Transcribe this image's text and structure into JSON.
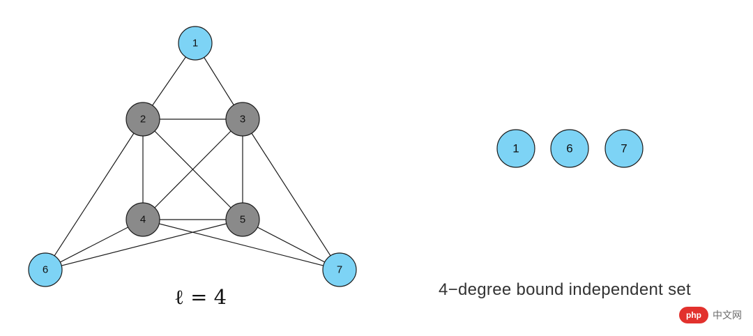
{
  "colors": {
    "highlight_node": "#7dd3f5",
    "core_node": "#8a8a8a",
    "node_stroke": "#1a1a1a",
    "edge": "#1a1a1a",
    "watermark_logo": "#e2312d"
  },
  "graph": {
    "nodes": [
      {
        "id": "1",
        "label": "1",
        "role": "highlight"
      },
      {
        "id": "2",
        "label": "2",
        "role": "core"
      },
      {
        "id": "3",
        "label": "3",
        "role": "core"
      },
      {
        "id": "4",
        "label": "4",
        "role": "core"
      },
      {
        "id": "5",
        "label": "5",
        "role": "core"
      },
      {
        "id": "6",
        "label": "6",
        "role": "highlight"
      },
      {
        "id": "7",
        "label": "7",
        "role": "highlight"
      }
    ],
    "edges": [
      [
        "1",
        "2"
      ],
      [
        "1",
        "3"
      ],
      [
        "2",
        "3"
      ],
      [
        "2",
        "4"
      ],
      [
        "2",
        "5"
      ],
      [
        "2",
        "6"
      ],
      [
        "3",
        "4"
      ],
      [
        "3",
        "5"
      ],
      [
        "3",
        "7"
      ],
      [
        "4",
        "5"
      ],
      [
        "4",
        "6"
      ],
      [
        "4",
        "7"
      ],
      [
        "5",
        "6"
      ],
      [
        "5",
        "7"
      ]
    ],
    "caption": "ℓ = 4"
  },
  "independent_set": {
    "nodes": [
      "1",
      "6",
      "7"
    ],
    "caption": "4−degree bound independent set"
  },
  "watermark": {
    "logo_text": "php",
    "text": "中文网"
  }
}
